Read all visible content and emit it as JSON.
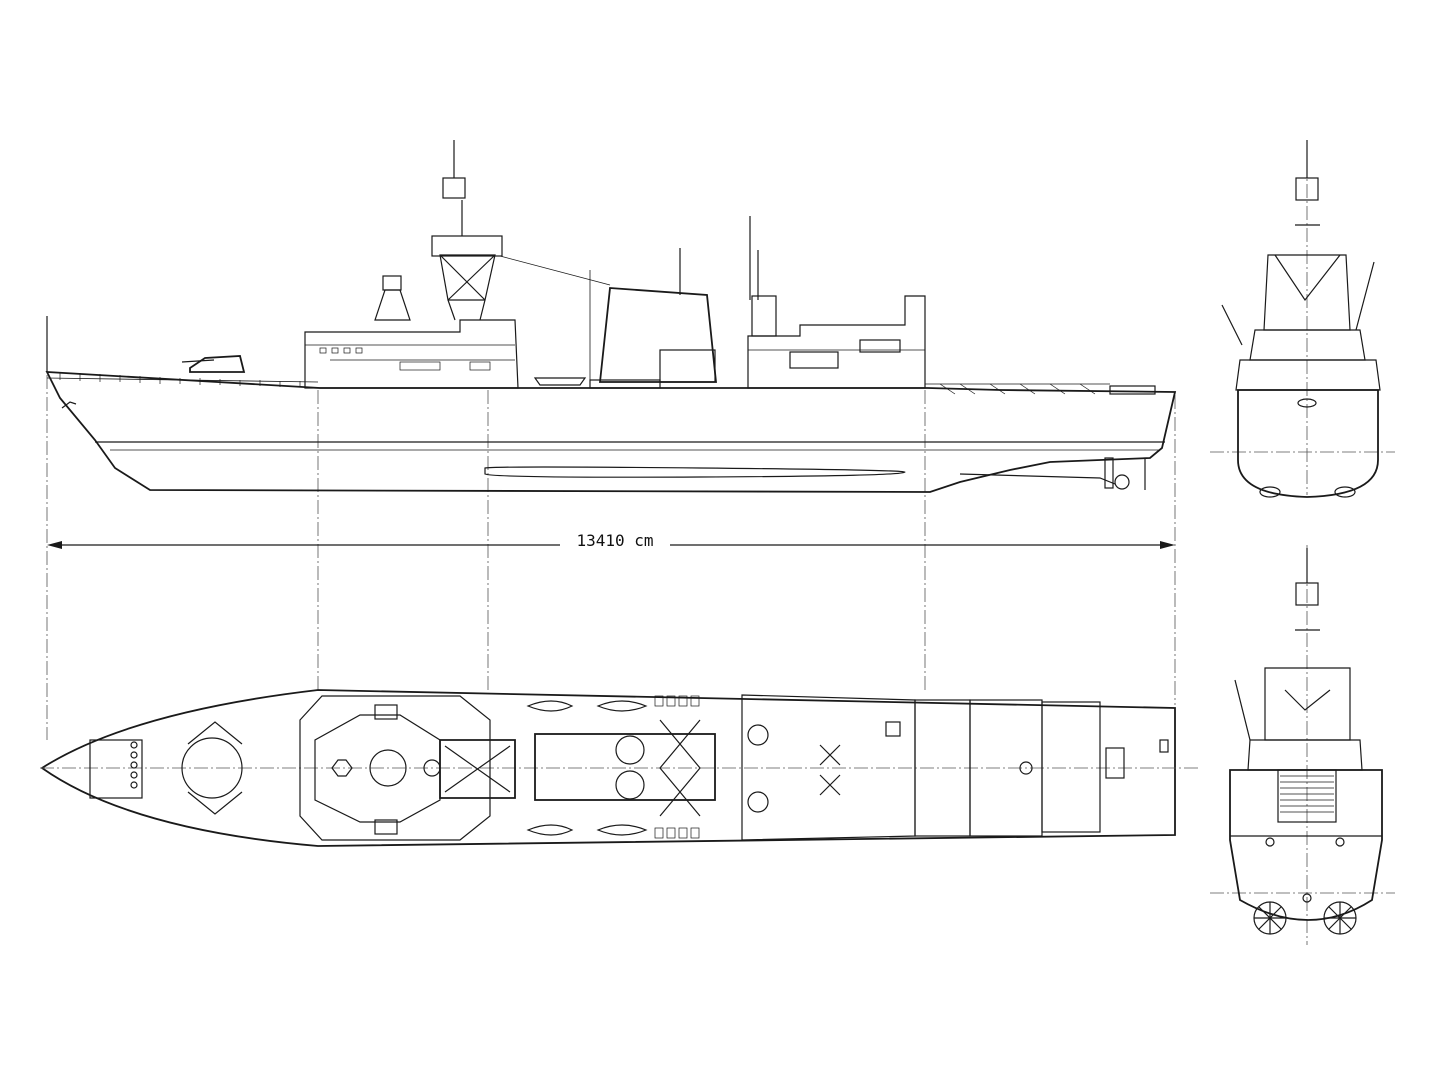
{
  "dimension": {
    "label": "13410 cm"
  },
  "views": {
    "side": "side-elevation",
    "top": "plan-view",
    "bow": "bow-view",
    "stern": "stern-view"
  },
  "colors": {
    "line": "#1a1a1a",
    "centerline": "#555555",
    "background": "#ffffff"
  }
}
